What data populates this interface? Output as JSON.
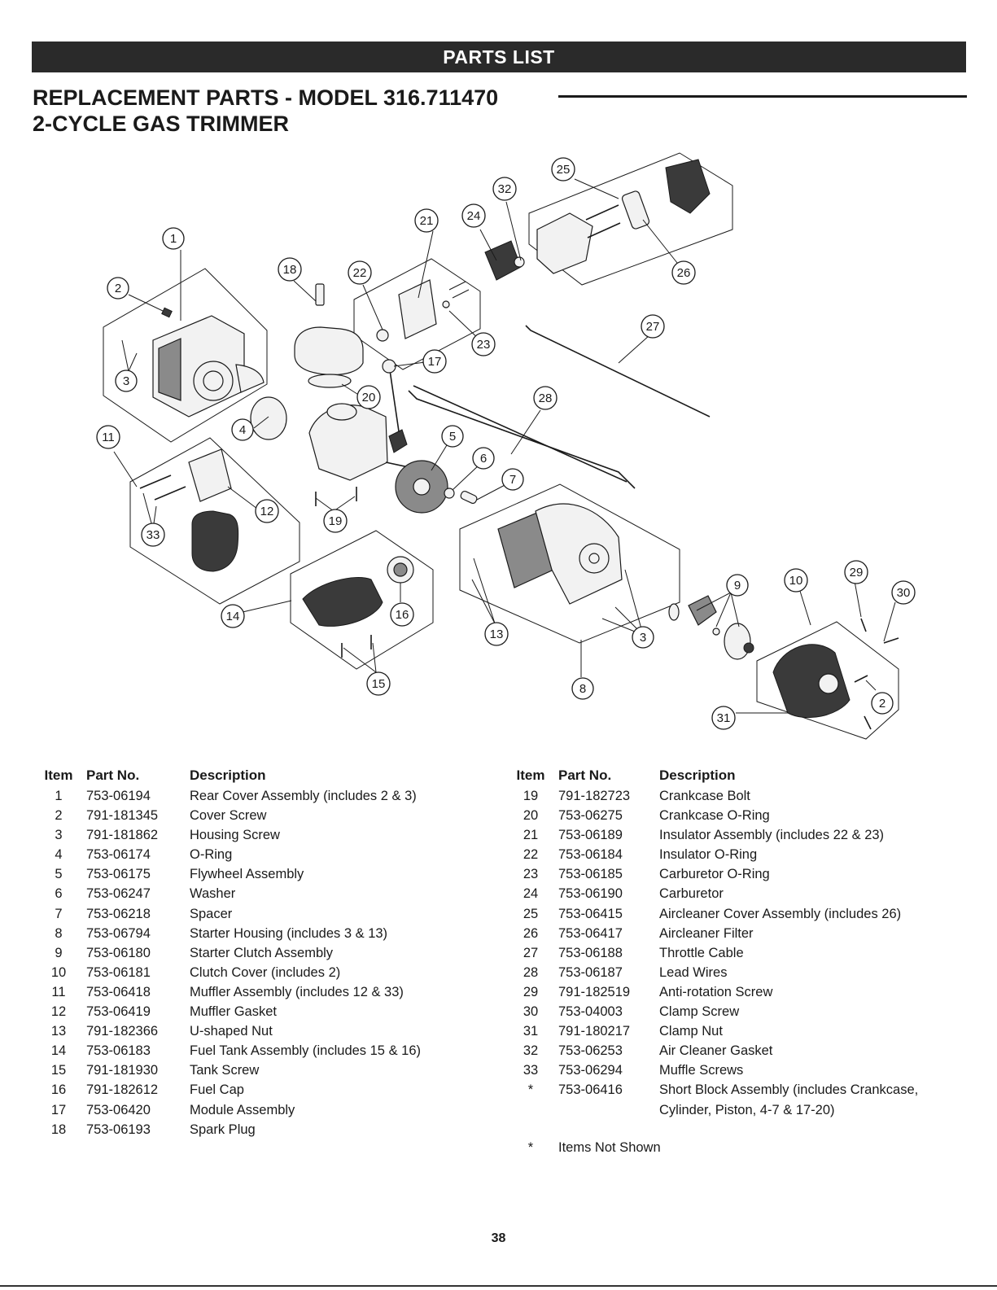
{
  "banner": {
    "label": "PARTS LIST"
  },
  "title": {
    "line1": "REPLACEMENT PARTS - MODEL 316.711470",
    "line2": "2-CYCLE GAS TRIMMER"
  },
  "diagram": {
    "callouts": [
      "1",
      "2",
      "3",
      "4",
      "5",
      "6",
      "7",
      "8",
      "9",
      "10",
      "11",
      "12",
      "13",
      "14",
      "15",
      "16",
      "17",
      "18",
      "19",
      "20",
      "21",
      "22",
      "23",
      "24",
      "25",
      "26",
      "27",
      "28",
      "29",
      "30",
      "31",
      "32",
      "33"
    ]
  },
  "table": {
    "headers": {
      "item": "Item",
      "part_no": "Part No.",
      "description": "Description"
    },
    "left": [
      {
        "item": "1",
        "part": "753-06194",
        "desc": "Rear Cover Assembly (includes 2 & 3)"
      },
      {
        "item": "2",
        "part": "791-181345",
        "desc": "Cover Screw"
      },
      {
        "item": "3",
        "part": "791-181862",
        "desc": "Housing Screw"
      },
      {
        "item": "4",
        "part": "753-06174",
        "desc": "O-Ring"
      },
      {
        "item": "5",
        "part": "753-06175",
        "desc": "Flywheel Assembly"
      },
      {
        "item": "6",
        "part": "753-06247",
        "desc": "Washer"
      },
      {
        "item": "7",
        "part": "753-06218",
        "desc": "Spacer"
      },
      {
        "item": "8",
        "part": "753-06794",
        "desc": "Starter Housing (includes 3 & 13)"
      },
      {
        "item": "9",
        "part": "753-06180",
        "desc": "Starter Clutch Assembly"
      },
      {
        "item": "10",
        "part": "753-06181",
        "desc": "Clutch Cover (includes 2)"
      },
      {
        "item": "11",
        "part": "753-06418",
        "desc": "Muffler Assembly (includes 12 & 33)"
      },
      {
        "item": "12",
        "part": "753-06419",
        "desc": "Muffler Gasket"
      },
      {
        "item": "13",
        "part": "791-182366",
        "desc": "U-shaped Nut"
      },
      {
        "item": "14",
        "part": "753-06183",
        "desc": "Fuel Tank Assembly (includes 15 & 16)"
      },
      {
        "item": "15",
        "part": "791-181930",
        "desc": "Tank Screw"
      },
      {
        "item": "16",
        "part": "791-182612",
        "desc": "Fuel Cap"
      },
      {
        "item": "17",
        "part": "753-06420",
        "desc": "Module Assembly"
      },
      {
        "item": "18",
        "part": "753-06193",
        "desc": "Spark Plug"
      }
    ],
    "right": [
      {
        "item": "19",
        "part": "791-182723",
        "desc": "Crankcase Bolt"
      },
      {
        "item": "20",
        "part": "753-06275",
        "desc": "Crankcase O-Ring"
      },
      {
        "item": "21",
        "part": "753-06189",
        "desc": "Insulator Assembly (includes 22 & 23)"
      },
      {
        "item": "22",
        "part": "753-06184",
        "desc": "Insulator O-Ring"
      },
      {
        "item": "23",
        "part": "753-06185",
        "desc": "Carburetor O-Ring"
      },
      {
        "item": "24",
        "part": "753-06190",
        "desc": "Carburetor"
      },
      {
        "item": "25",
        "part": "753-06415",
        "desc": "Aircleaner Cover Assembly (includes 26)"
      },
      {
        "item": "26",
        "part": "753-06417",
        "desc": "Aircleaner Filter"
      },
      {
        "item": "27",
        "part": "753-06188",
        "desc": "Throttle Cable"
      },
      {
        "item": "28",
        "part": "753-06187",
        "desc": "Lead Wires"
      },
      {
        "item": "29",
        "part": "791-182519",
        "desc": "Anti-rotation Screw"
      },
      {
        "item": "30",
        "part": "753-04003",
        "desc": "Clamp Screw"
      },
      {
        "item": "31",
        "part": "791-180217",
        "desc": "Clamp Nut"
      },
      {
        "item": "32",
        "part": "753-06253",
        "desc": "Air Cleaner Gasket"
      },
      {
        "item": "33",
        "part": "753-06294",
        "desc": "Muffle Screws"
      },
      {
        "item": "*",
        "part": "753-06416",
        "desc": "Short Block Assembly (includes Crankcase,"
      },
      {
        "item": "",
        "part": "",
        "desc": "Cylinder, Piston, 4-7 & 17-20)"
      }
    ],
    "note": {
      "symbol": "*",
      "text": "Items Not Shown"
    }
  },
  "page_number": "38"
}
